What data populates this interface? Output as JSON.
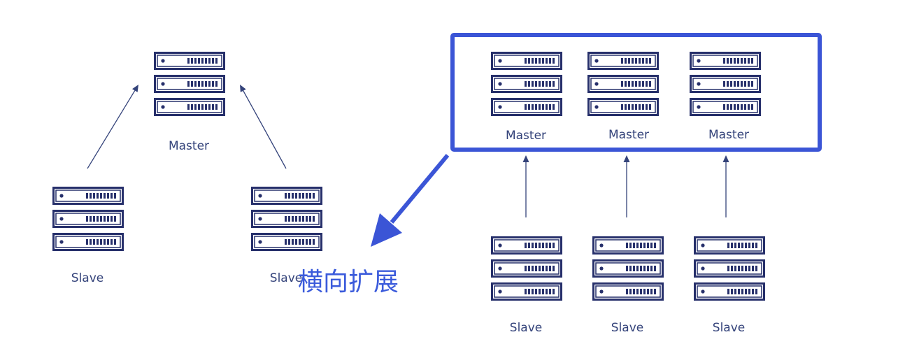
{
  "diagram": {
    "left": {
      "master_label": "Master",
      "slave_labels": [
        "Slave",
        "Slave"
      ]
    },
    "right": {
      "master_labels": [
        "Master",
        "Master",
        "Master"
      ],
      "slave_labels": [
        "Slave",
        "Slave",
        "Slave"
      ]
    },
    "caption": "横向扩展"
  },
  "colors": {
    "server": "#27306b",
    "arrow": "#34437a",
    "accent": "#3b55d6",
    "caption": "#3b5bdb"
  },
  "icons": {
    "server": "server-rack-icon",
    "arrow": "arrow-up-icon",
    "big_arrow": "arrow-down-left-icon"
  }
}
